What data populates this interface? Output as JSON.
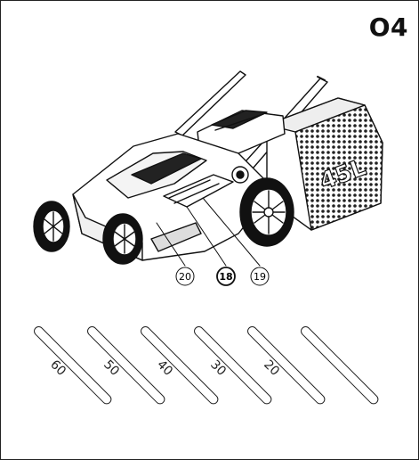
{
  "page": {
    "label": "O4"
  },
  "callouts": [
    {
      "number": "20",
      "bold": false
    },
    {
      "number": "18",
      "bold": true
    },
    {
      "number": "19",
      "bold": false
    }
  ],
  "grass_box_text": "45L",
  "cutting_heights": [
    "60",
    "50",
    "40",
    "30",
    "20",
    ""
  ]
}
